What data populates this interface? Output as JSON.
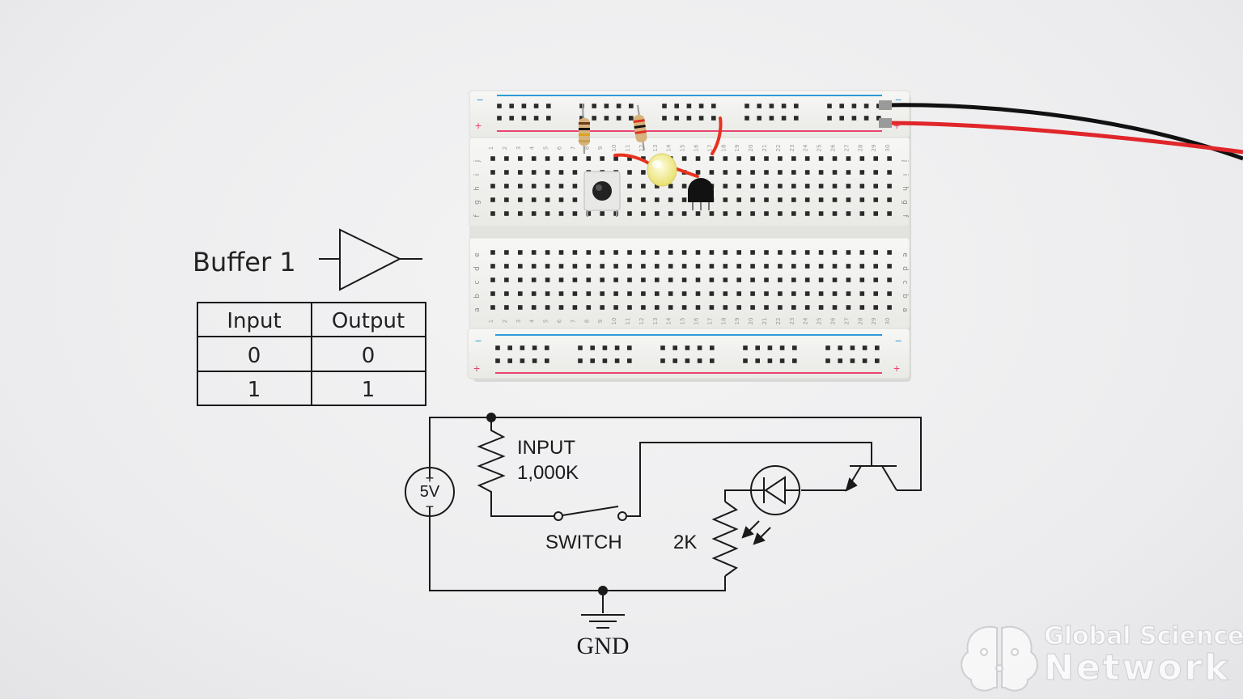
{
  "buffer": {
    "title": "Buffer 1"
  },
  "truth_table": {
    "headers": [
      "Input",
      "Output"
    ],
    "rows": [
      [
        "0",
        "0"
      ],
      [
        "1",
        "1"
      ]
    ]
  },
  "schematic": {
    "source": "5V",
    "source_plus": "+",
    "source_minus": "−",
    "input_resistor_line1": "INPUT",
    "input_resistor_line2": "1,000K",
    "switch": "SWITCH",
    "led_resistor": "2K",
    "ground": "GND"
  },
  "breadboard": {
    "columns": 30,
    "rows_top": [
      "j",
      "i",
      "h",
      "g",
      "f"
    ],
    "rows_bottom": [
      "e",
      "d",
      "c",
      "b",
      "a"
    ],
    "rail_plus": "+",
    "rail_minus": "−",
    "colors": {
      "board": "#f2f2f0",
      "rail_red": "#e8456e",
      "rail_blue": "#2e9bd6",
      "wire_red": "#e8321e",
      "wire_black": "#111111",
      "led": "#f3f08a"
    }
  },
  "watermark": {
    "line1": "Global Science",
    "line2": "Network",
    "icon": "brain-icon"
  }
}
